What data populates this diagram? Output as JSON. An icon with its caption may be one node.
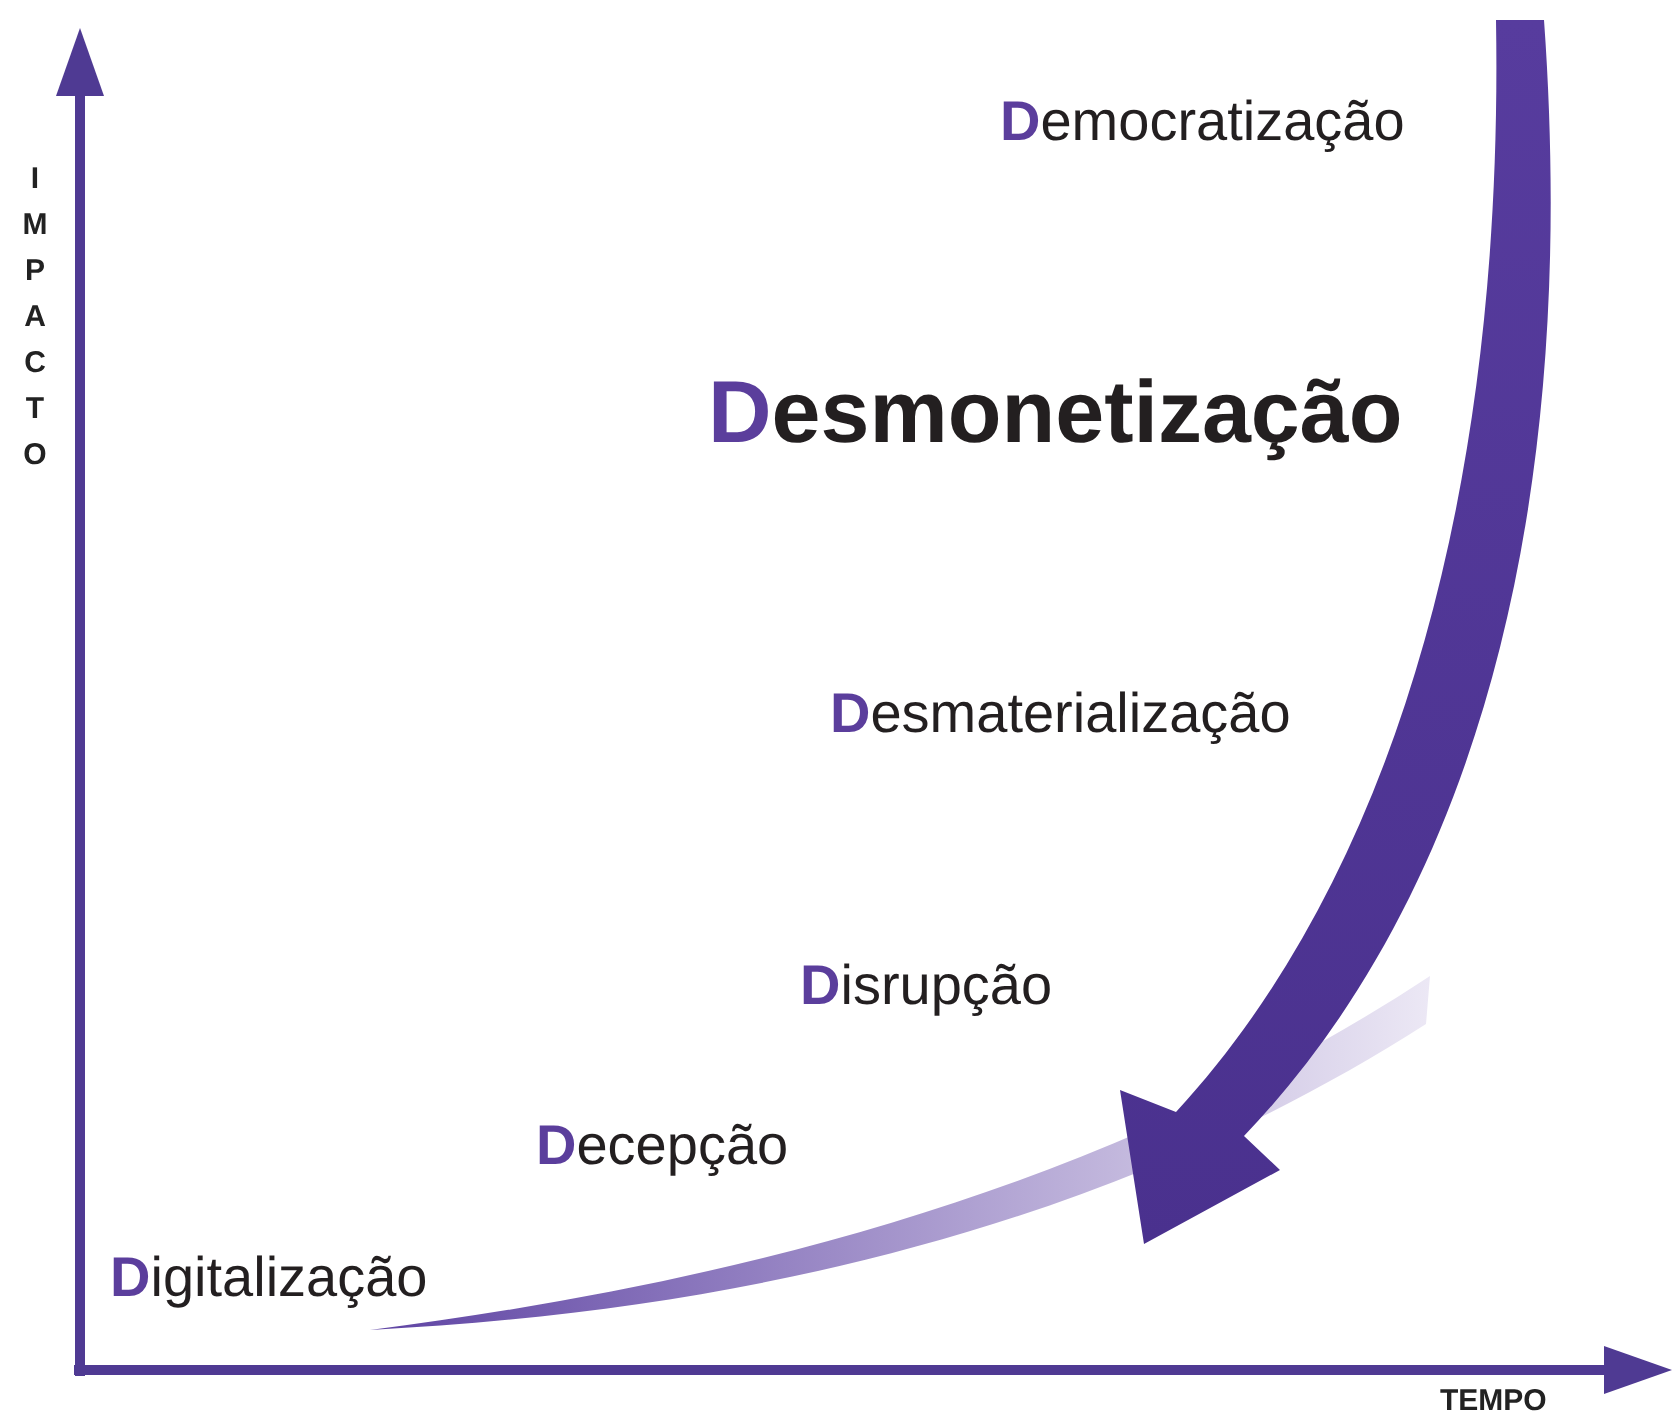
{
  "diagram": {
    "labels": [
      "IMPACTO",
      "**D**emocratização",
      "**D**esmonetização",
      "**D**esmaterialização",
      "**D**isrupção",
      "**D**ecepção",
      "**D**igitalização",
      "TEMPO"
    ]
  }
}
